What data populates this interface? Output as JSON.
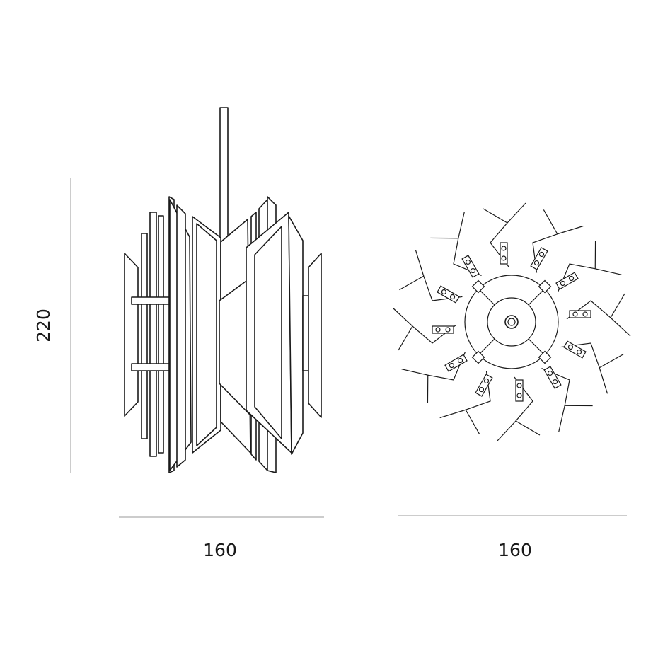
{
  "dimensions": {
    "height_label": "220",
    "side_width_label": "160",
    "bottom_width_label": "160"
  },
  "colors": {
    "line": "#1a1a1a",
    "dimension_line": "#9a9a9a",
    "background": "#ffffff"
  },
  "bottom_view": {
    "blade_count": 12
  }
}
